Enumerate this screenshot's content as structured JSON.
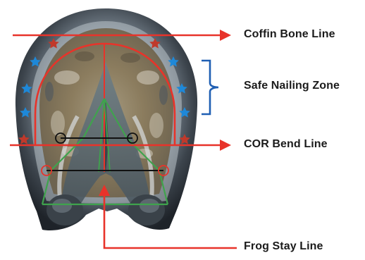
{
  "labels": {
    "coffin_bone_line": "Coffin Bone Line",
    "safe_nailing_zone": "Safe Nailing Zone",
    "cor_bend_line": "COR Bend Line",
    "frog_stay_line": "Frog Stay Line"
  },
  "colors": {
    "red_line": "#e8332a",
    "green_line": "#3fa34d",
    "blue_star": "#1e88d8",
    "red_star": "#c0392b",
    "bracket": "#1f5fb3",
    "black_line": "#111111"
  },
  "icons": {
    "blue_star": "star-icon",
    "red_star": "star-icon",
    "circle_marker": "circle-marker-icon"
  }
}
